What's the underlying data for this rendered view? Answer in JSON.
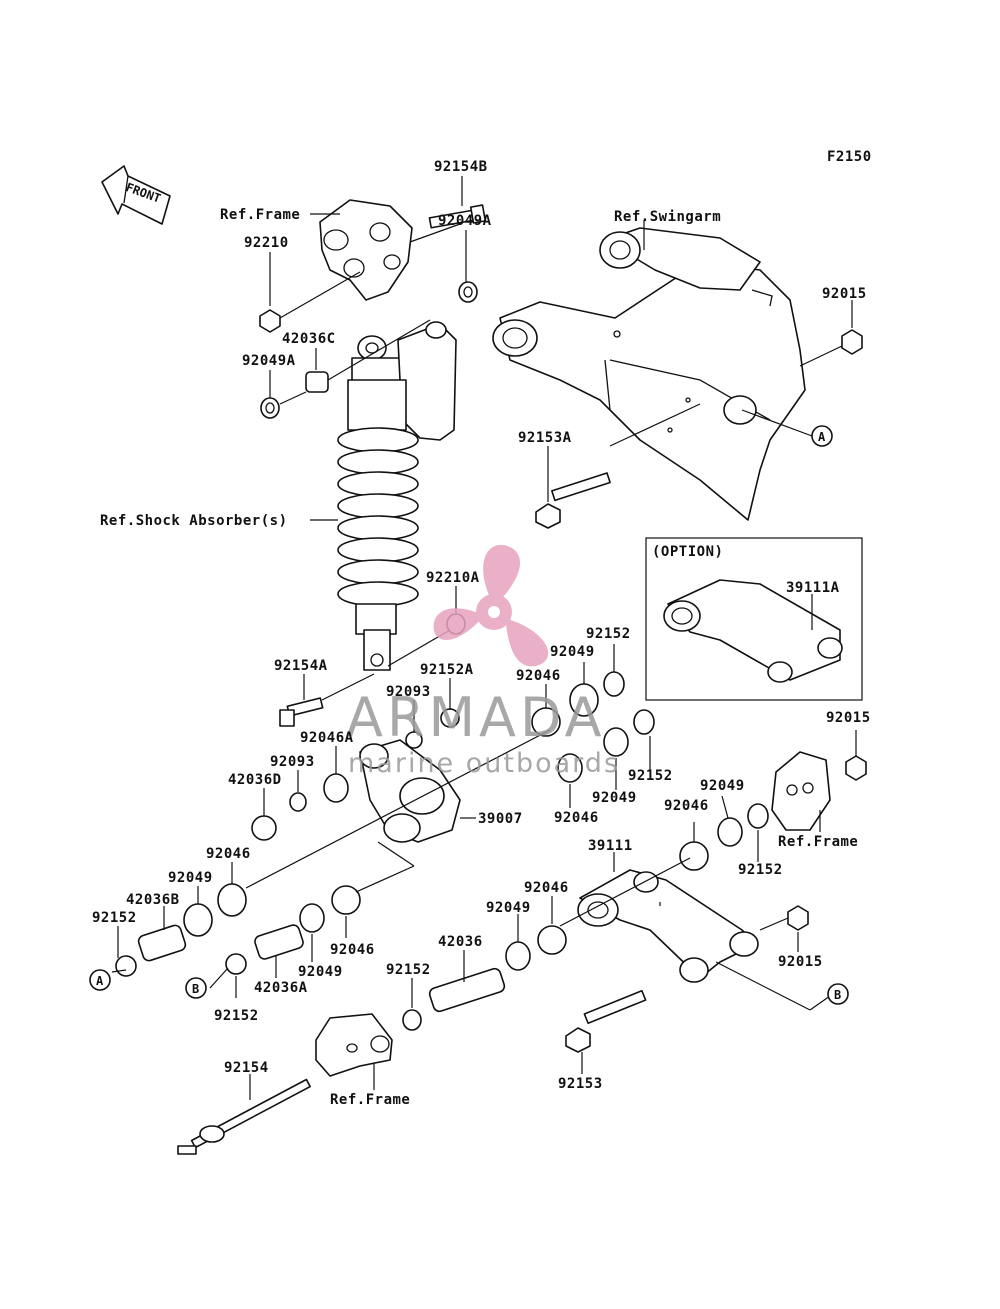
{
  "figure_code": "F2150",
  "front_arrow": "FRONT",
  "watermark": {
    "brand": "ARMADA",
    "tagline": "marine outboards",
    "color": "#e7a3bf"
  },
  "option_box_title": "(OPTION)",
  "callouts": {
    "A": "A",
    "B": "B"
  },
  "labels": {
    "p92154B": "92154B",
    "refFrameTop": "Ref.Frame",
    "p92210": "92210",
    "p92049A_top": "92049A",
    "p42036C": "42036C",
    "p92049A_left": "92049A",
    "refSwingarm": "Ref.Swingarm",
    "p92015_top": "92015",
    "p92153A": "92153A",
    "refShock": "Ref.Shock Absorber(s)",
    "p92210A": "92210A",
    "p39111A": "39111A",
    "p92152_a": "92152",
    "p92049_a": "92049",
    "p92154A": "92154A",
    "p92152A": "92152A",
    "p92093_a": "92093",
    "p92046_a": "92046",
    "p92046A": "92046A",
    "p92093_b": "92093",
    "p42036D": "42036D",
    "p92152_b": "92152",
    "p92049_b": "92049",
    "p92046_b": "92046",
    "p39007": "39007",
    "p92015_mid": "92015",
    "p92049_c": "92049",
    "p92046_c": "92046",
    "refFrameRight": "Ref.Frame",
    "p92152_c": "92152",
    "p92046_d": "92046",
    "p92049_d": "92049",
    "p42036B": "42036B",
    "p92152_d": "92152",
    "p39111": "39111",
    "p92046_e": "92046",
    "p92049_e": "92049",
    "p92046_f": "92046",
    "p92049_f": "92049",
    "p42036A": "42036A",
    "p92152_e": "92152",
    "p42036": "42036",
    "p92152_f": "92152",
    "p92015_bot": "92015",
    "p92154": "92154",
    "refFrameBottom": "Ref.Frame",
    "p92153": "92153"
  }
}
